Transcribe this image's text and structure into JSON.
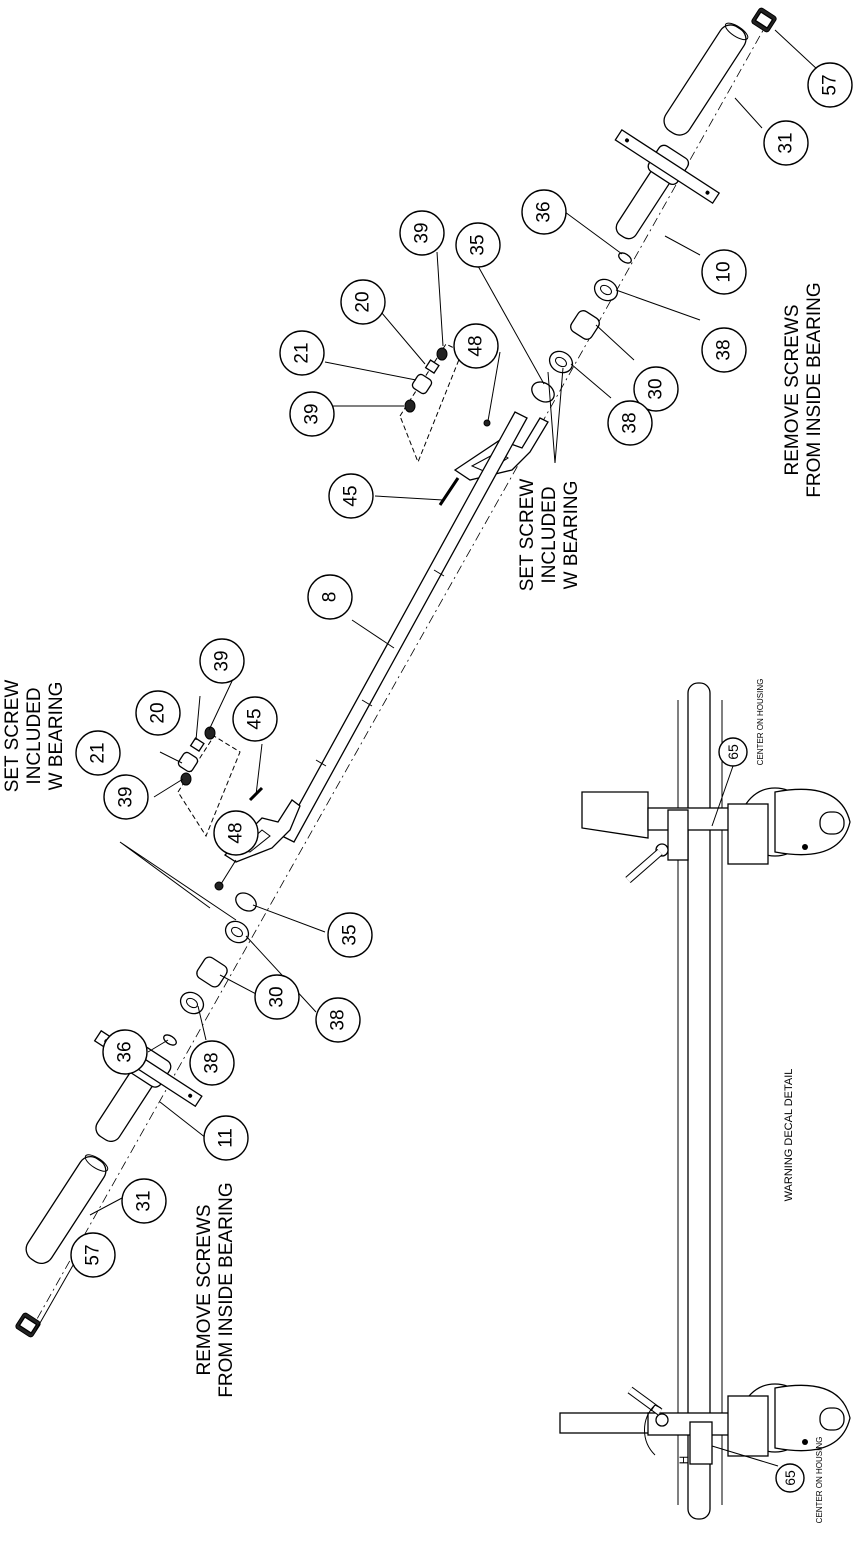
{
  "notes": {
    "remove_screws_left": [
      "REMOVE SCREWS",
      "FROM INSIDE BEARING"
    ],
    "remove_screws_right": [
      "REMOVE SCREWS",
      "FROM INSIDE BEARING"
    ],
    "set_screw_left": [
      "SET SCREW",
      "INCLUDED",
      "W BEARING"
    ],
    "set_screw_right": [
      "SET SCREW",
      "INCLUDED",
      "W BEARING"
    ],
    "warning_decal_detail": "WARNING DECAL DETAIL",
    "center_on_housing_left": "CENTER ON HOUSING",
    "center_on_housing_right": "CENTER ON HOUSING",
    "detail_letter": "H"
  },
  "callouts": [
    {
      "id": "c-57-right",
      "label": "57"
    },
    {
      "id": "c-31-right",
      "label": "31"
    },
    {
      "id": "c-36-right",
      "label": "36"
    },
    {
      "id": "c-10",
      "label": "10"
    },
    {
      "id": "c-38-right-a",
      "label": "38"
    },
    {
      "id": "c-30-right",
      "label": "30"
    },
    {
      "id": "c-38-right-b",
      "label": "38"
    },
    {
      "id": "c-35-right",
      "label": "35"
    },
    {
      "id": "c-39-right-a",
      "label": "39"
    },
    {
      "id": "c-20-right",
      "label": "20"
    },
    {
      "id": "c-21-right",
      "label": "21"
    },
    {
      "id": "c-39-right-b",
      "label": "39"
    },
    {
      "id": "c-48-right",
      "label": "48"
    },
    {
      "id": "c-45-right",
      "label": "45"
    },
    {
      "id": "c-8",
      "label": "8"
    },
    {
      "id": "c-39-left-a",
      "label": "39"
    },
    {
      "id": "c-20-left",
      "label": "20"
    },
    {
      "id": "c-21-left",
      "label": "21"
    },
    {
      "id": "c-45-left",
      "label": "45"
    },
    {
      "id": "c-39-left-b",
      "label": "39"
    },
    {
      "id": "c-48-left",
      "label": "48"
    },
    {
      "id": "c-35-left",
      "label": "35"
    },
    {
      "id": "c-38-left-a",
      "label": "38"
    },
    {
      "id": "c-30-left",
      "label": "30"
    },
    {
      "id": "c-36-left",
      "label": "36"
    },
    {
      "id": "c-38-left-b",
      "label": "38"
    },
    {
      "id": "c-11",
      "label": "11"
    },
    {
      "id": "c-31-left",
      "label": "31"
    },
    {
      "id": "c-57-left",
      "label": "57"
    },
    {
      "id": "c-65-right",
      "label": "65"
    },
    {
      "id": "c-65-left",
      "label": "65"
    }
  ]
}
